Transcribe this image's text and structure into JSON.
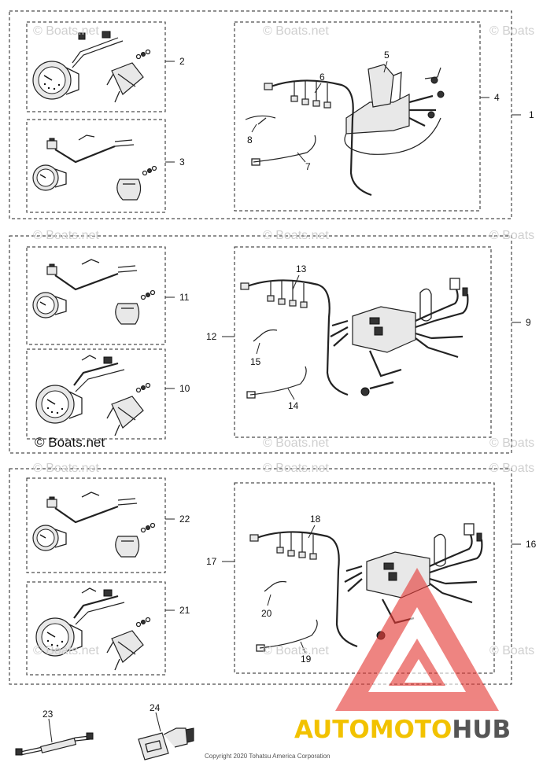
{
  "callouts": {
    "c1": "1",
    "c2": "2",
    "c3": "3",
    "c4": "4",
    "c5": "5",
    "c6": "6",
    "c7": "7",
    "c8": "8",
    "c9": "9",
    "c10": "10",
    "c11": "11",
    "c12": "12",
    "c13": "13",
    "c14": "14",
    "c15": "15",
    "c16": "16",
    "c17": "17",
    "c18": "18",
    "c19": "19",
    "c20": "20",
    "c21": "21",
    "c22": "22",
    "c23": "23",
    "c24": "24"
  },
  "watermark": {
    "text": "© Boats.net",
    "partial": "© Boats"
  },
  "copyright": "Copyright 2020 Tohatsu America Corporation",
  "brand": {
    "part1": "AUTOMOTO",
    "part2": "HUB",
    "logo_color": "#e53935",
    "accent": "#f2c200"
  },
  "icons": {
    "logo": "automotohub-triangle-logo"
  }
}
